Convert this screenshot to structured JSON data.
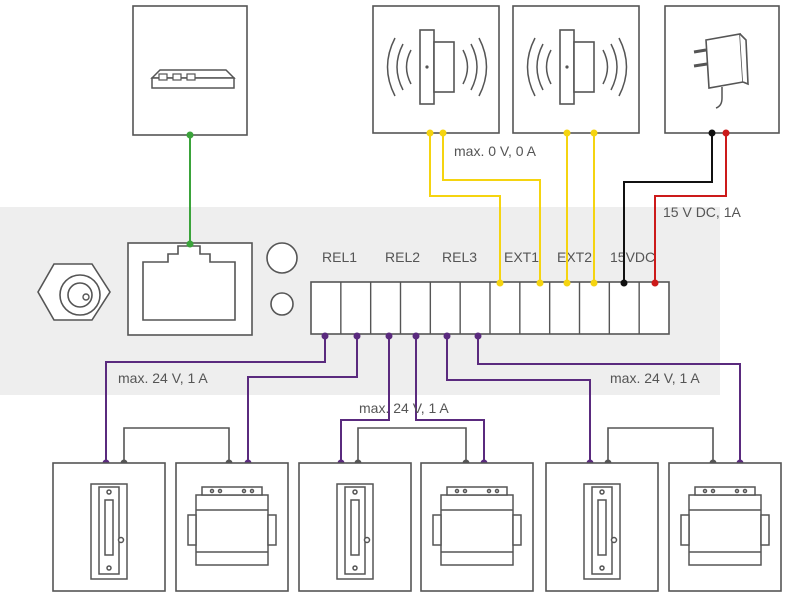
{
  "terminals": {
    "rel1": "REL1",
    "rel2": "REL2",
    "rel3": "REL3",
    "ext1": "EXT1",
    "ext2": "EXT2",
    "power": "15VDC"
  },
  "annotations": {
    "sensor_max": "max. 0 V, 0 A",
    "power_spec": "15 V DC, 1A",
    "relay_left": "max. 24 V, 1 A",
    "relay_middle": "max. 24 V, 1 A",
    "relay_right": "max. 24 V, 1 A"
  },
  "devices": {
    "top": [
      "network-switch",
      "door-sensor",
      "door-sensor",
      "power-adapter"
    ],
    "bottom": [
      "electric-strike",
      "power-supply",
      "electric-strike",
      "power-supply",
      "electric-strike",
      "power-supply"
    ]
  },
  "colors": {
    "panel_bg": "#eeeeee",
    "outline": "#555555",
    "ethernet_wire": "#3aa33a",
    "sensor_wire": "#f5d410",
    "negative_wire": "#111111",
    "positive_wire": "#cc1a1a",
    "relay_wire": "#5a2a7e",
    "common_wire": "#555555"
  }
}
